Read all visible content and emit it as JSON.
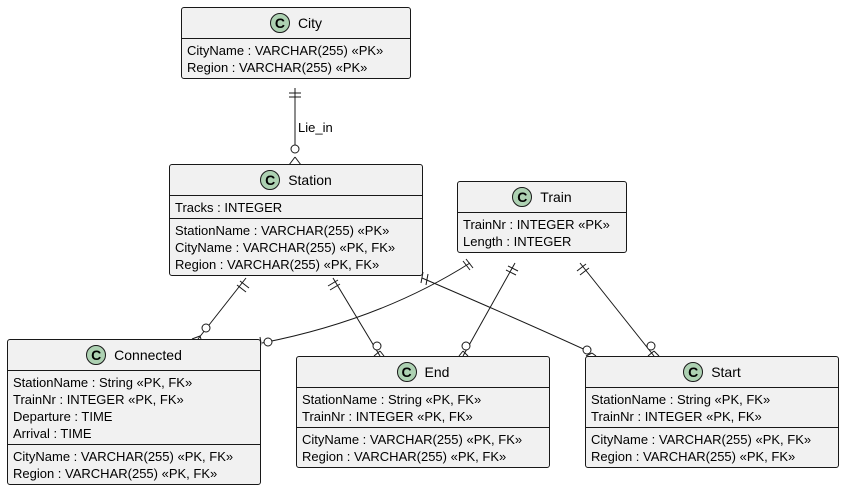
{
  "entities": {
    "city": {
      "name": "City",
      "sections": [
        [
          "CityName : VARCHAR(255) «PK»",
          "Region : VARCHAR(255) «PK»"
        ]
      ]
    },
    "station": {
      "name": "Station",
      "sections": [
        [
          "Tracks : INTEGER"
        ],
        [
          "StationName : VARCHAR(255) «PK»",
          "CityName : VARCHAR(255) «PK, FK»",
          "Region : VARCHAR(255) «PK, FK»"
        ]
      ]
    },
    "train": {
      "name": "Train",
      "sections": [
        [
          "TrainNr : INTEGER «PK»",
          "Length : INTEGER"
        ]
      ]
    },
    "connected": {
      "name": "Connected",
      "sections": [
        [
          "StationName : String «PK, FK»",
          "TrainNr : INTEGER «PK, FK»",
          "Departure : TIME",
          "Arrival : TIME"
        ],
        [
          "CityName : VARCHAR(255) «PK, FK»",
          "Region : VARCHAR(255) «PK, FK»"
        ]
      ]
    },
    "end": {
      "name": "End",
      "sections": [
        [
          "StationName : String «PK, FK»",
          "TrainNr : INTEGER «PK, FK»"
        ],
        [
          "CityName : VARCHAR(255) «PK, FK»",
          "Region : VARCHAR(255) «PK, FK»"
        ]
      ]
    },
    "start": {
      "name": "Start",
      "sections": [
        [
          "StationName : String «PK, FK»",
          "TrainNr : INTEGER «PK, FK»"
        ],
        [
          "CityName : VARCHAR(255) «PK, FK»",
          "Region : VARCHAR(255) «PK, FK»"
        ]
      ]
    }
  },
  "class_badge": "C",
  "relations": {
    "lie_in": "Lie_in"
  },
  "colors": {
    "entity_bg": "#f1f1f1",
    "badge_bg": "#add1b2",
    "line": "#181818"
  }
}
